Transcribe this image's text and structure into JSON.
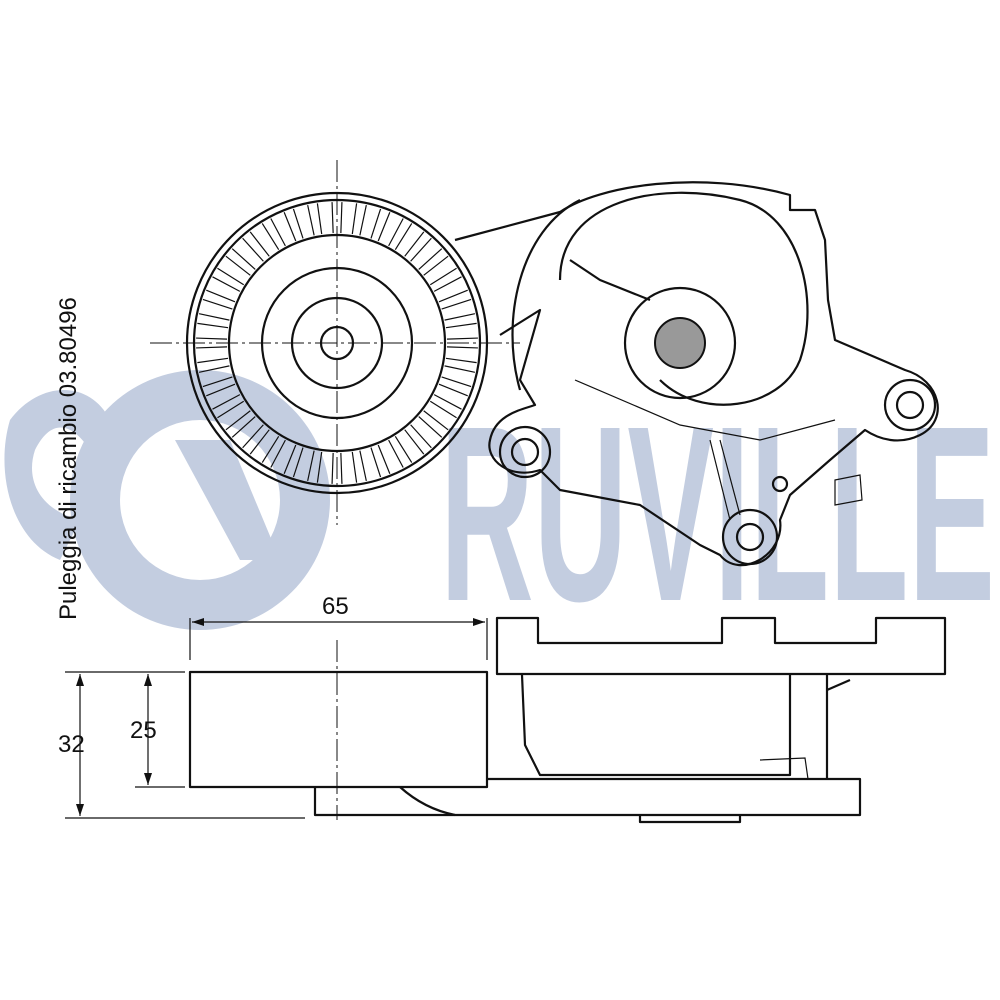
{
  "caption": "Puleggia di ricambio 03.80496",
  "watermark": {
    "brand": "RUVILLE",
    "color": "#c3cde0"
  },
  "dimensions": {
    "width": "65",
    "total_height": "32",
    "pulley_height": "25"
  }
}
